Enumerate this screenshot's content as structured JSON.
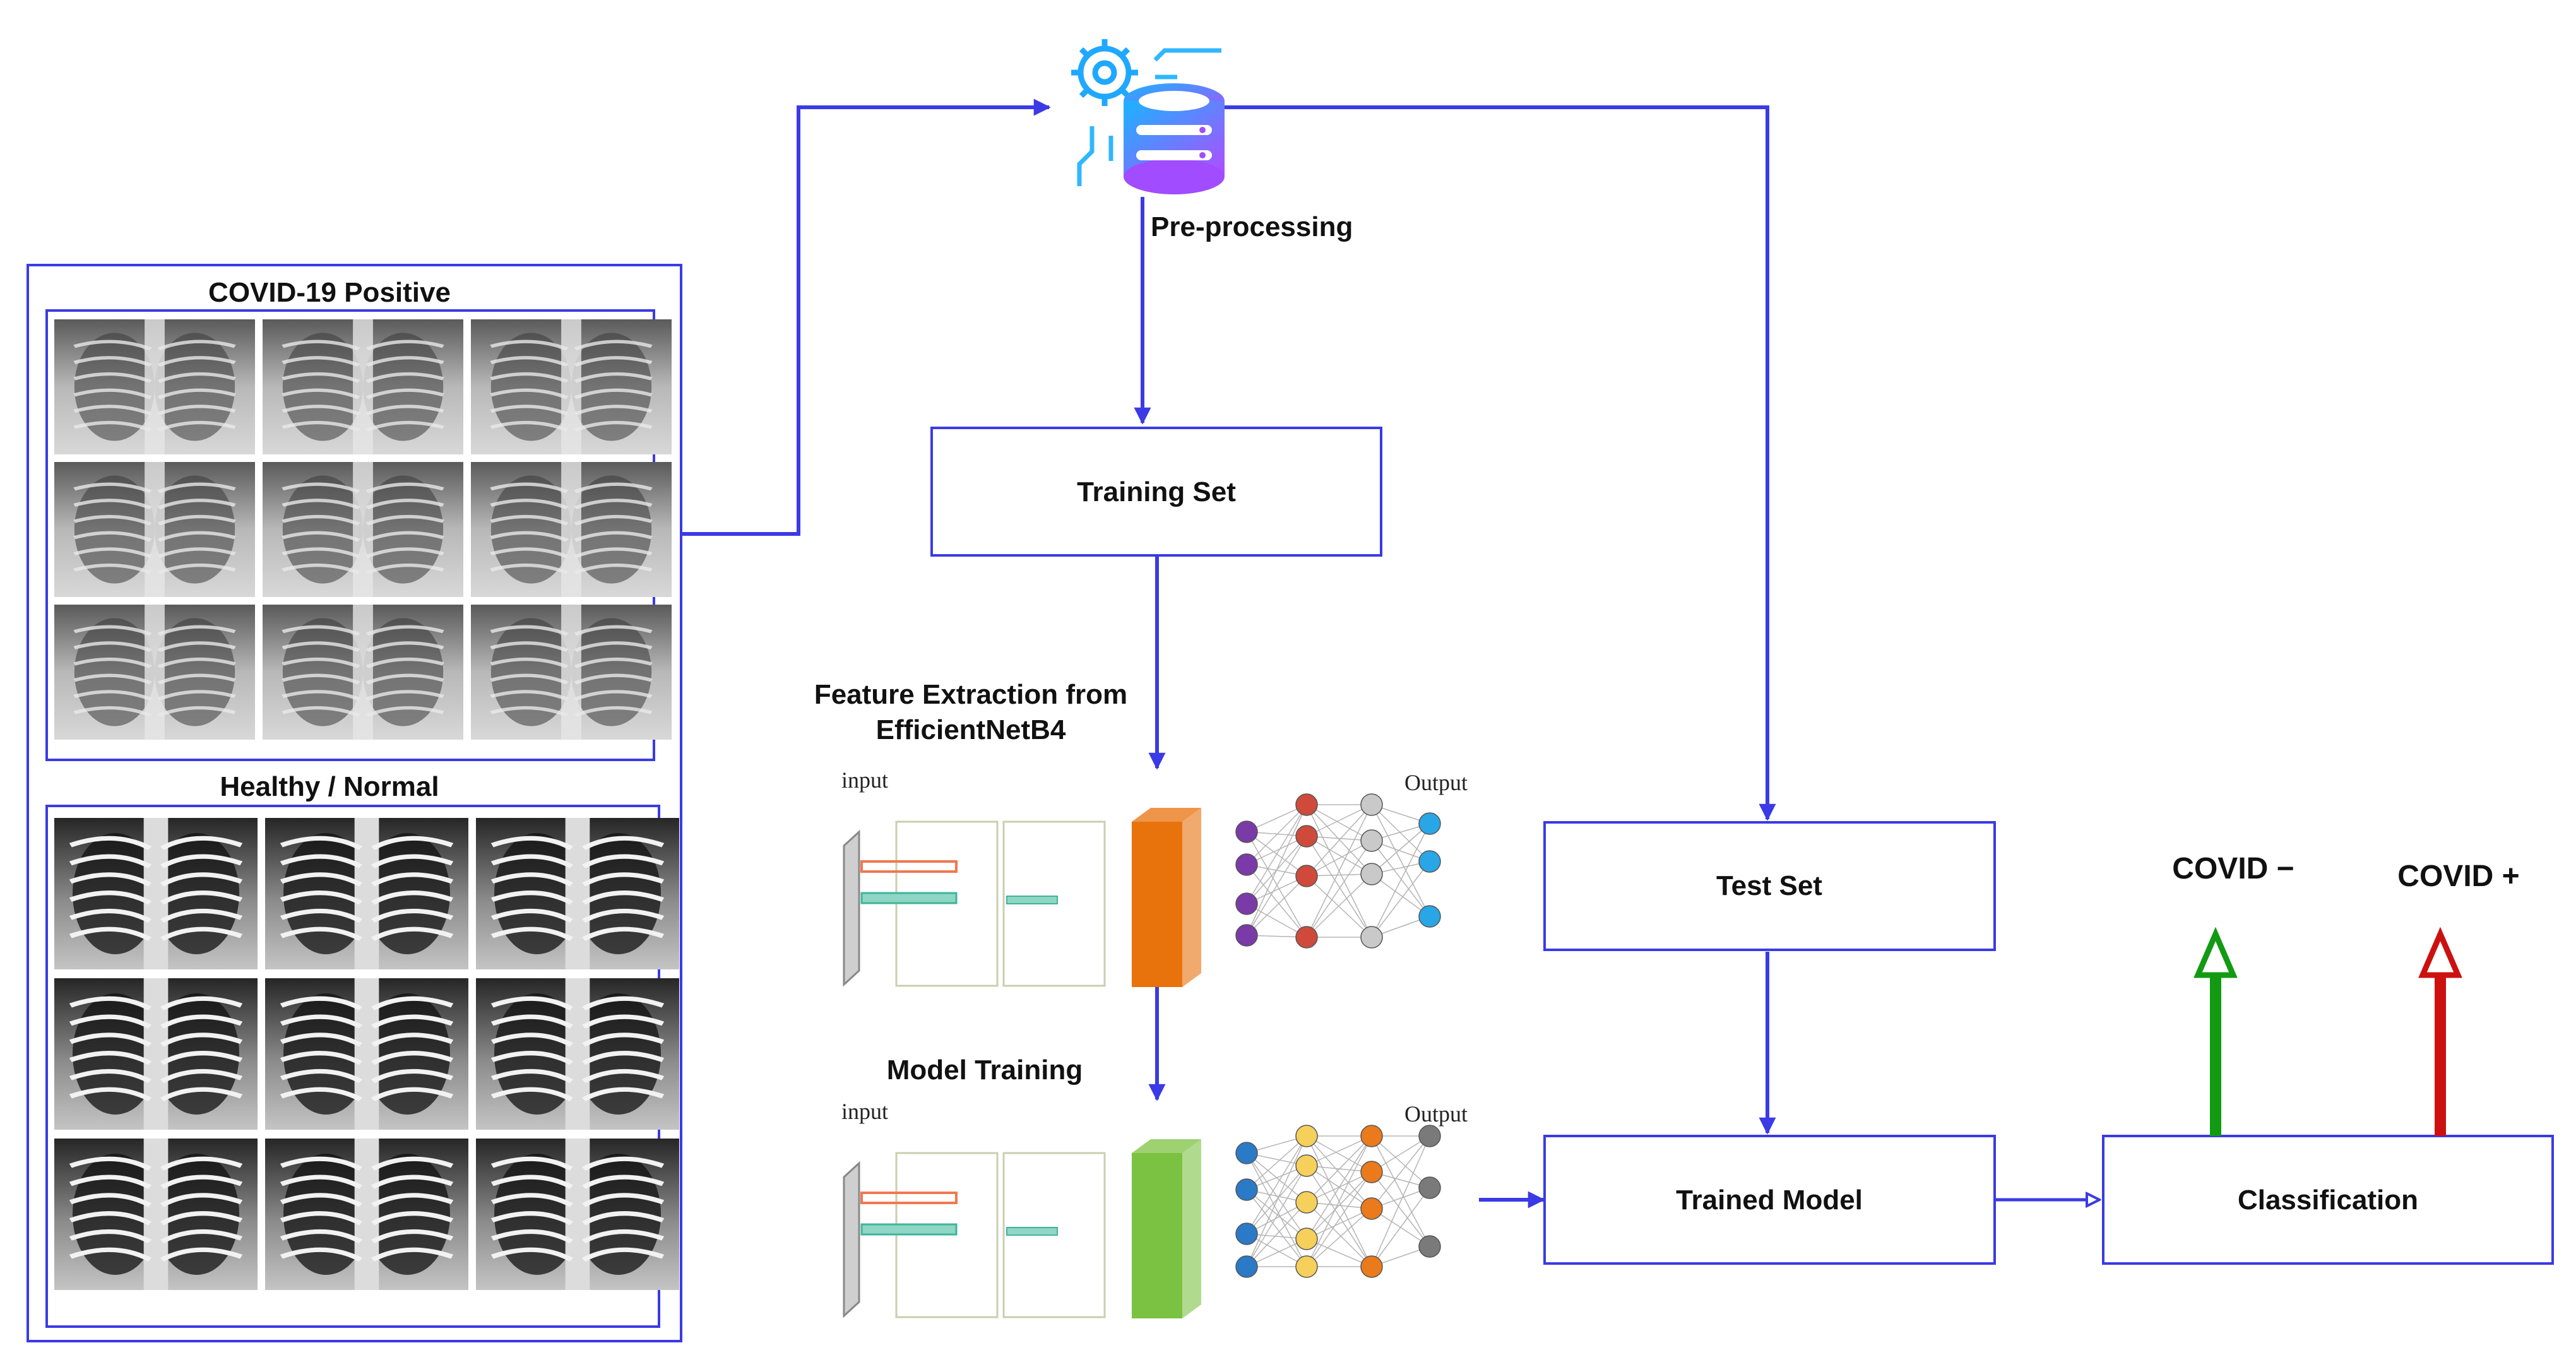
{
  "colors": {
    "flow_line": "#3a3ae6",
    "box_border": "#3a3ae6",
    "covid_neg_arrow": "#129a12",
    "covid_pos_arrow": "#cc1010",
    "orange_block": "#e8720c",
    "green_block": "#7cc242"
  },
  "icons": {
    "preprocess": "gear-database-icon"
  },
  "datasets": {
    "positive": {
      "title": "COVID-19 Positive",
      "image_count": 9
    },
    "normal": {
      "title": "Healthy / Normal",
      "image_count": 9
    }
  },
  "steps": {
    "preprocessing": "Pre-processing",
    "training_set": "Training Set",
    "feature_extraction_line1": "Feature Extraction from",
    "feature_extraction_line2": "EfficientNetB4",
    "model_training": "Model Training",
    "test_set": "Test Set",
    "trained_model": "Trained Model",
    "classification": "Classification"
  },
  "networks": {
    "input_label": "input",
    "output_label": "Output"
  },
  "outputs": {
    "negative": "COVID −",
    "positive": "COVID +"
  }
}
